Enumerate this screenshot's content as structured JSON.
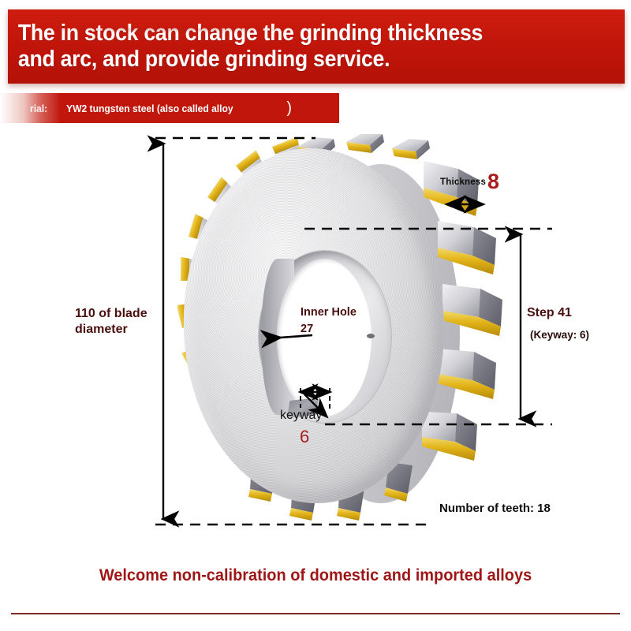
{
  "header": {
    "headline": "The in stock can change the grinding thickness\nand arc, and provide grinding service.",
    "bg_color": "#bf1409",
    "text_color": "#ffffff"
  },
  "material_banner": {
    "label": "rial:",
    "value": "YW2 tungsten steel (also called alloy",
    "paren": ")",
    "bg_color": "#c0160b",
    "text_color": "#ffffff"
  },
  "product": {
    "name": "tungsten-steel-saw-blade",
    "dimensions": {
      "blade_diameter": "110 of blade\ndiameter",
      "thickness_label": "Thickness",
      "thickness_value": "8",
      "step_label": "Step 41",
      "step_keyway": "(Keyway: 6)",
      "inner_hole_label": "Inner Hole",
      "inner_hole_value": "27",
      "keyway_label": "keyway",
      "keyway_value": "6",
      "teeth_count": "Number of teeth: 18"
    },
    "colors": {
      "label_dark": "#4a1010",
      "label_black": "#0d0d0d",
      "value_red": "#ab1c1c",
      "carbide_tip": "#e2b418",
      "steel_body": "#dcdcde"
    }
  },
  "footer": {
    "text": "Welcome non-calibration of domestic and imported alloys",
    "text_color": "#9e1616",
    "rule_color": "#7d2a2a"
  }
}
